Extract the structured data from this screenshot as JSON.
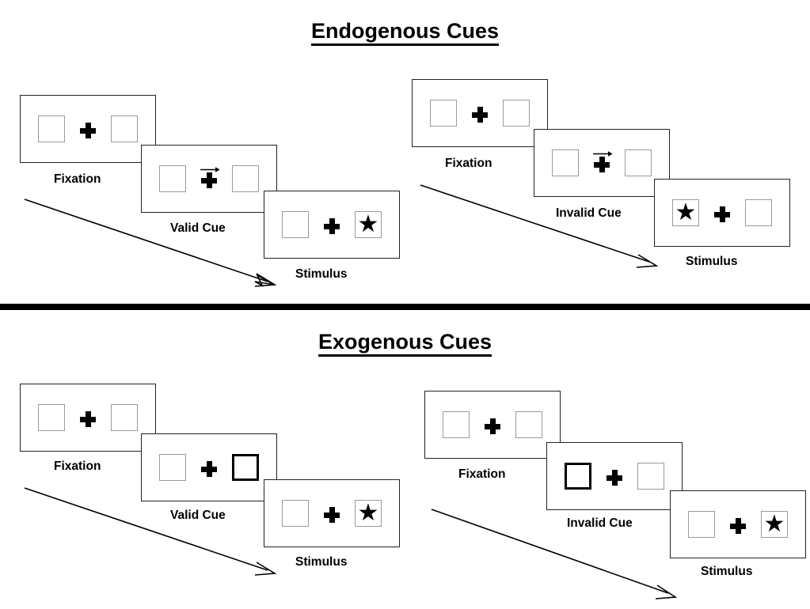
{
  "figure": {
    "sections": [
      {
        "id": "endogenous",
        "title": "Endogenous Cues",
        "groups": [
          {
            "id": "endogenous-valid",
            "cue_type": "arrow",
            "panels": [
              {
                "caption": "Fixation",
                "left_box": "empty",
                "right_box": "empty",
                "arrow_cue": "none"
              },
              {
                "caption": "Valid Cue",
                "left_box": "empty",
                "right_box": "empty",
                "arrow_cue": "right-arrow-icon"
              },
              {
                "caption": "Stimulus",
                "left_box": "empty",
                "right_box": "star",
                "arrow_cue": "none"
              }
            ]
          },
          {
            "id": "endogenous-invalid",
            "cue_type": "arrow",
            "panels": [
              {
                "caption": "Fixation",
                "left_box": "empty",
                "right_box": "empty",
                "arrow_cue": "none"
              },
              {
                "caption": "Invalid Cue",
                "left_box": "empty",
                "right_box": "empty",
                "arrow_cue": "right-arrow-icon"
              },
              {
                "caption": "Stimulus",
                "left_box": "star",
                "right_box": "empty",
                "arrow_cue": "none"
              }
            ]
          }
        ]
      },
      {
        "id": "exogenous",
        "title": "Exogenous Cues",
        "groups": [
          {
            "id": "exogenous-valid",
            "cue_type": "box-flash",
            "panels": [
              {
                "caption": "Fixation",
                "left_box": "empty",
                "right_box": "empty",
                "arrow_cue": "none"
              },
              {
                "caption": "Valid Cue",
                "left_box": "empty",
                "right_box": "cued",
                "arrow_cue": "none"
              },
              {
                "caption": "Stimulus",
                "left_box": "empty",
                "right_box": "star",
                "arrow_cue": "none"
              }
            ]
          },
          {
            "id": "exogenous-invalid",
            "cue_type": "box-flash",
            "panels": [
              {
                "caption": "Fixation",
                "left_box": "empty",
                "right_box": "empty",
                "arrow_cue": "none"
              },
              {
                "caption": "Invalid Cue",
                "left_box": "cued",
                "right_box": "empty",
                "arrow_cue": "none"
              },
              {
                "caption": "Stimulus",
                "left_box": "empty",
                "right_box": "star",
                "arrow_cue": "none"
              }
            ]
          }
        ]
      }
    ],
    "star_glyph": "★",
    "colors": {
      "ink": "#000000",
      "panel_border": "#222222",
      "box_border": "#9a9a9a",
      "cued_box_border": "#000000",
      "background": "#ffffff"
    }
  }
}
